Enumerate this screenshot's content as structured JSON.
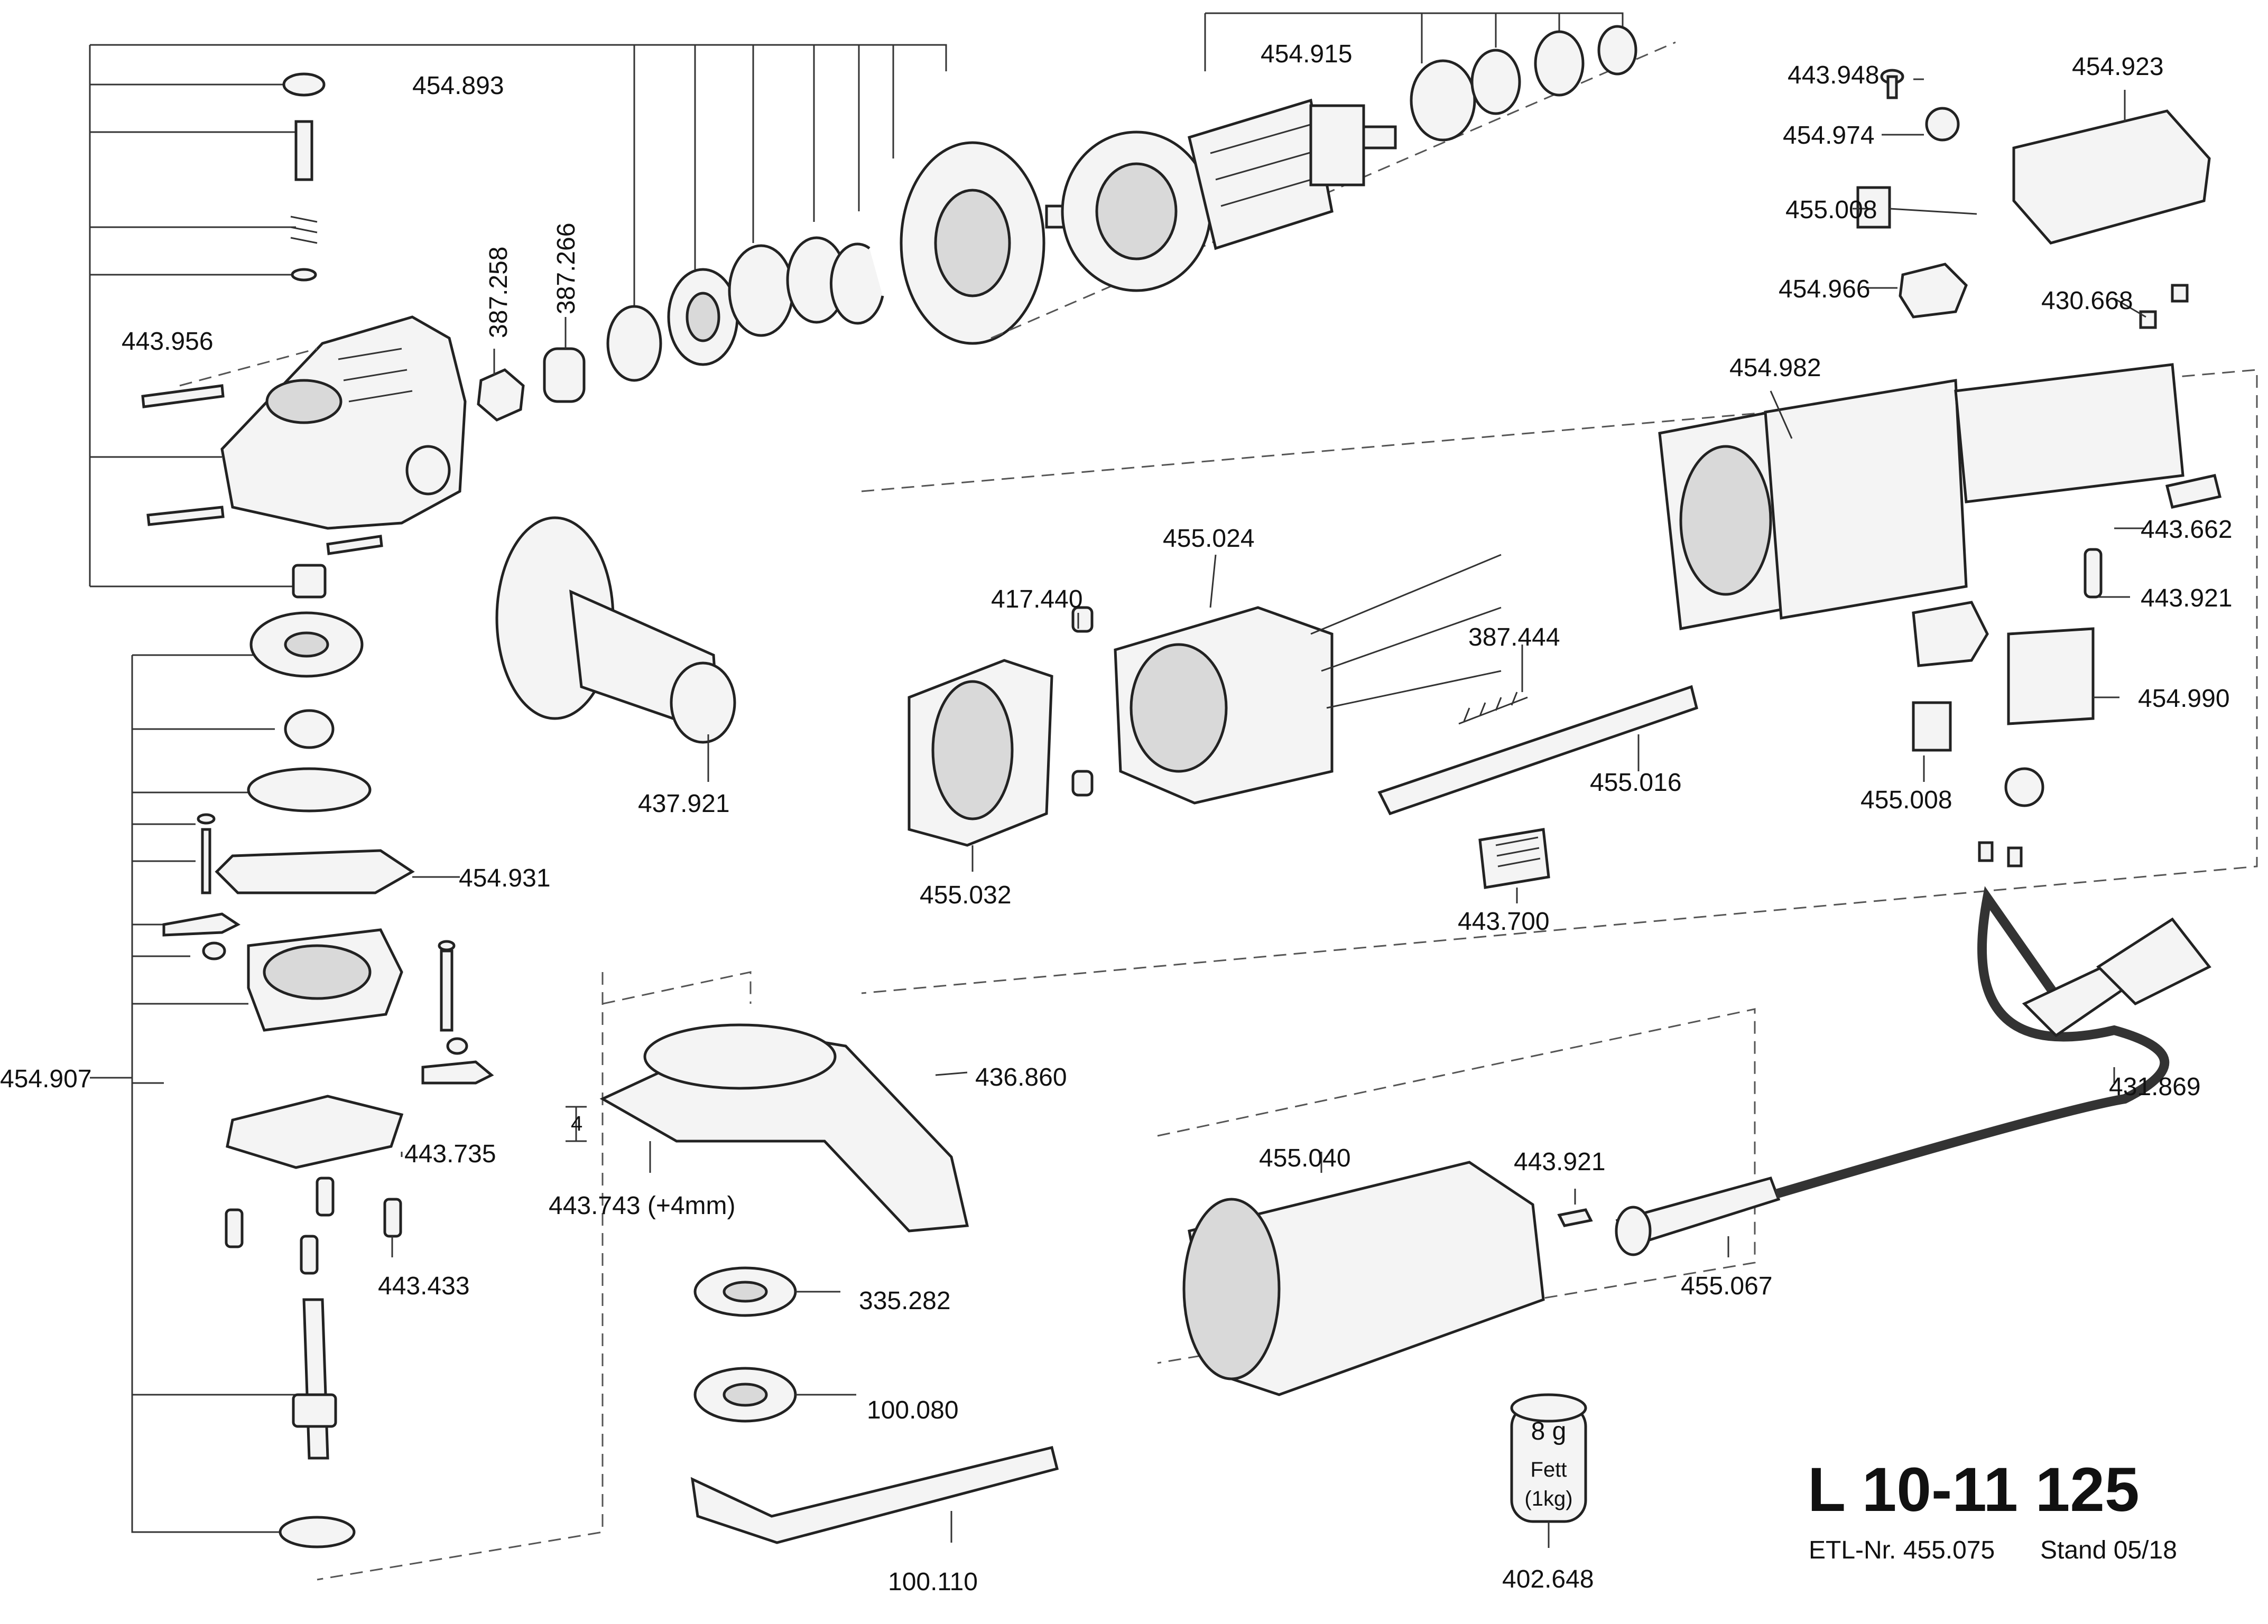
{
  "labels": {
    "l454893": "454.893",
    "l454915": "454.915",
    "l443948": "443.948",
    "l454923": "454.923",
    "l454974": "454.974",
    "l455008a": "455.008",
    "l454966": "454.966",
    "l430668": "430.668",
    "l443956": "443.956",
    "l387258": "387.258",
    "l387266": "387.266",
    "l454982": "454.982",
    "l455024": "455.024",
    "l417440": "417.440",
    "l387444": "387.444",
    "l443662": "443.662",
    "l443921a": "443.921",
    "l454990": "454.990",
    "l455008b": "455.008",
    "l455016": "455.016",
    "l437921": "437.921",
    "l455032": "455.032",
    "l443700": "443.700",
    "l454931": "454.931",
    "l454907": "454.907",
    "l443735": "443.735",
    "l443433": "443.433",
    "l436860": "436.860",
    "l443743": "443.743 (+4mm)",
    "l431869": "431.869",
    "l455040": "455.040",
    "l443921b": "443.921",
    "l455067": "455.067",
    "l335282": "335.282",
    "l100080": "100.080",
    "l100110": "100.110",
    "l402648": "402.648"
  },
  "dimension": {
    "value": "4"
  },
  "grease": {
    "weight": "8 g",
    "name": "Fett",
    "size": "(1kg)"
  },
  "title": {
    "model": "L 10-11 125",
    "etl": "ETL-Nr. 455.075",
    "stand": "Stand 05/18"
  }
}
